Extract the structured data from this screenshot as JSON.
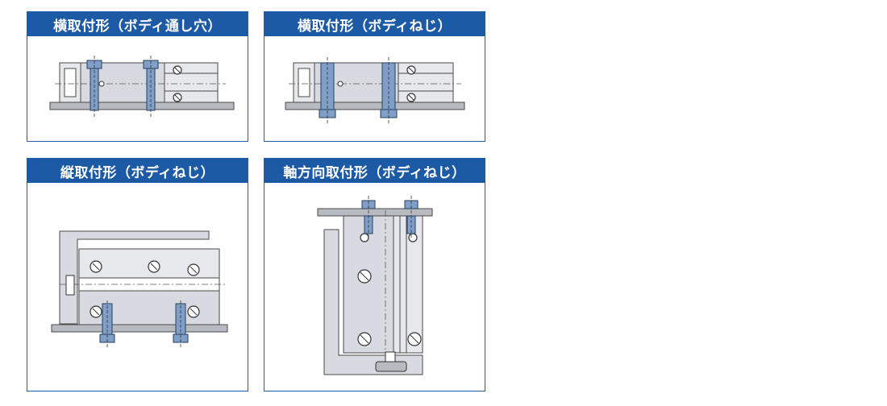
{
  "panels": [
    {
      "title": "横取付形（ボディ通し穴）"
    },
    {
      "title": "横取付形（ボディねじ）"
    },
    {
      "title": "縦取付形（ボディねじ）"
    },
    {
      "title": "軸方向取付形（ボディねじ）"
    }
  ],
  "colors": {
    "header": "#1d5aa6",
    "border": "#1f5fae",
    "bolt": "#7f9fc8",
    "body": "#d7dbe1",
    "plate": "#b7bbc1"
  }
}
